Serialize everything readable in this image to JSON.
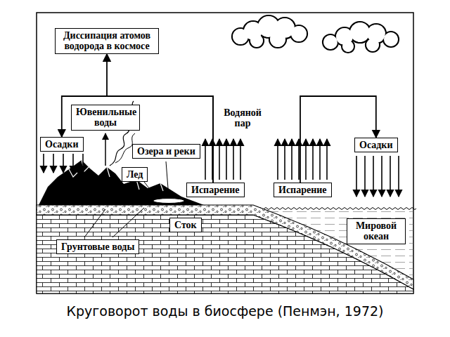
{
  "diagram": {
    "caption": "Круговорот воды в биосфере (Пенмэн, 1972)",
    "nodes": [
      {
        "text": [
          "Диссипация атомов водорода в космосе"
        ]
      },
      {
        "text": [
          "Ювенильные воды"
        ]
      },
      {
        "text": [
          "Осадки"
        ]
      },
      {
        "text": [
          "Озера и реки"
        ]
      },
      {
        "text": [
          "Лед"
        ]
      },
      {
        "text": [
          "Испарение"
        ]
      },
      {
        "text": [
          "Испарение"
        ]
      },
      {
        "text": [
          "Осадки"
        ]
      },
      {
        "text": [
          "Сток"
        ]
      },
      {
        "text": [
          "Грунтовые воды"
        ]
      },
      {
        "text": [
          "Мировой океан"
        ]
      }
    ],
    "edges": [
      {
        "from": 5,
        "to": 2,
        "arrow": "to"
      },
      {
        "from": 5,
        "to": 0,
        "arrow": "to"
      },
      {
        "from": 6,
        "to": 7,
        "arrow": "to"
      }
    ],
    "labels": [
      "Водяной пар"
    ]
  }
}
